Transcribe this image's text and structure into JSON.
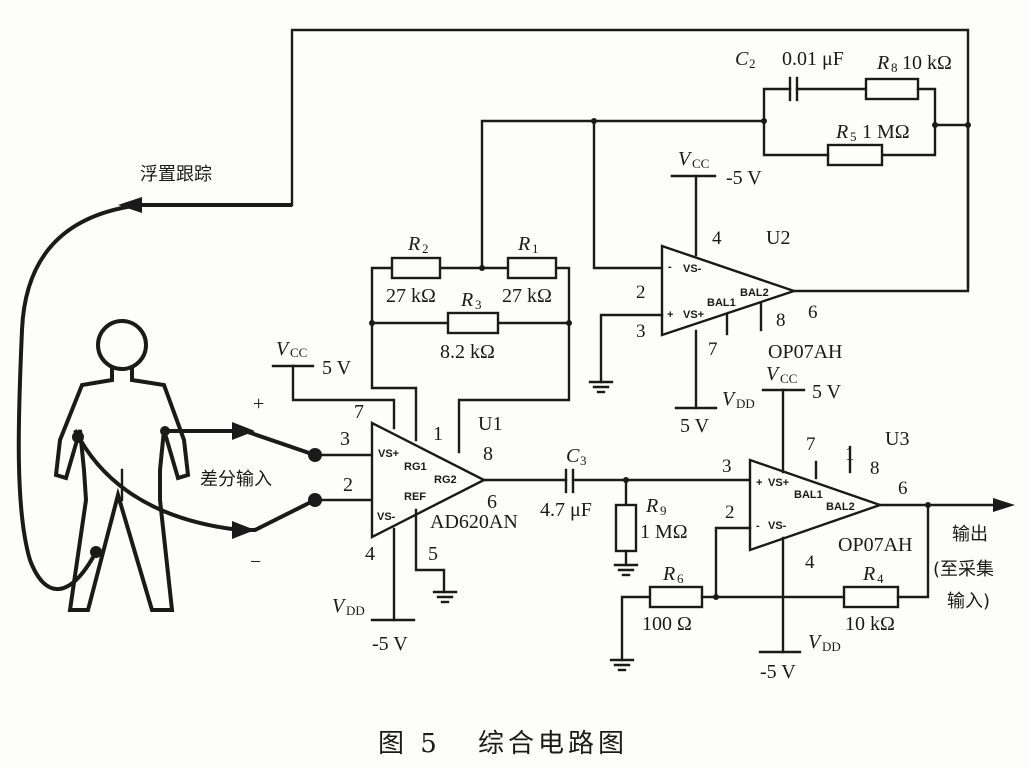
{
  "caption": {
    "figure": "图 5",
    "title": "综合电路图"
  },
  "labels": {
    "floating_tracking": "浮置跟踪",
    "differential_input": "差分输入",
    "output_line1": "输出",
    "output_line2": "(至采集",
    "output_line3": "输入)",
    "plus": "+",
    "minus": "−"
  },
  "supply": {
    "vcc_symbol": "V",
    "vcc_sub": "CC",
    "vdd_symbol": "V",
    "vdd_sub": "DD",
    "pos5": "5 V",
    "neg5": "-5 V"
  },
  "components": {
    "C2": {
      "sym": "C",
      "idx": "2",
      "value": "0.01  μF"
    },
    "R8": {
      "sym": "R",
      "idx": "8",
      "value": "10 kΩ"
    },
    "R5": {
      "sym": "R",
      "idx": "5",
      "value": "1 MΩ"
    },
    "R2": {
      "sym": "R",
      "idx": "2",
      "value": "27 kΩ"
    },
    "R1": {
      "sym": "R",
      "idx": "1",
      "value": "27 kΩ"
    },
    "R3": {
      "sym": "R",
      "idx": "3",
      "value": "8.2 kΩ"
    },
    "C3": {
      "sym": "C",
      "idx": "3",
      "value": "4.7 μF"
    },
    "R9": {
      "sym": "R",
      "idx": "9",
      "value": "1 MΩ"
    },
    "R6": {
      "sym": "R",
      "idx": "6",
      "value": "100  Ω"
    },
    "R4": {
      "sym": "R",
      "idx": "4",
      "value": "10 kΩ"
    }
  },
  "chips": {
    "U1": {
      "ref": "U1",
      "part": "AD620AN",
      "pins": {
        "vs_plus": "VS+",
        "vs_minus": "VS-",
        "rg1": "RG1",
        "rg2": "RG2",
        "ref": "REF"
      },
      "pin_numbers": {
        "p1": "1",
        "p2": "2",
        "p3": "3",
        "p4": "4",
        "p5": "5",
        "p6": "6",
        "p7": "7",
        "p8": "8"
      }
    },
    "U2": {
      "ref": "U2",
      "part": "OP07AH",
      "pins": {
        "vs_plus": "VS+",
        "vs_minus": "VS-",
        "bal1": "BAL1",
        "bal2": "BAL2",
        "inp": "+",
        "inn": "-"
      },
      "pin_numbers": {
        "p2": "2",
        "p3": "3",
        "p4": "4",
        "p6": "6",
        "p7": "7",
        "p8": "8"
      }
    },
    "U3": {
      "ref": "U3",
      "part": "OP07AH",
      "pins": {
        "vs_plus": "VS+",
        "vs_minus": "VS-",
        "bal1": "BAL1",
        "bal2": "BAL2",
        "inp": "+",
        "inn": "-"
      },
      "pin_numbers": {
        "p1": "1",
        "p2": "2",
        "p3": "3",
        "p4": "4",
        "p6": "6",
        "p7": "7",
        "p8": "8"
      }
    }
  }
}
